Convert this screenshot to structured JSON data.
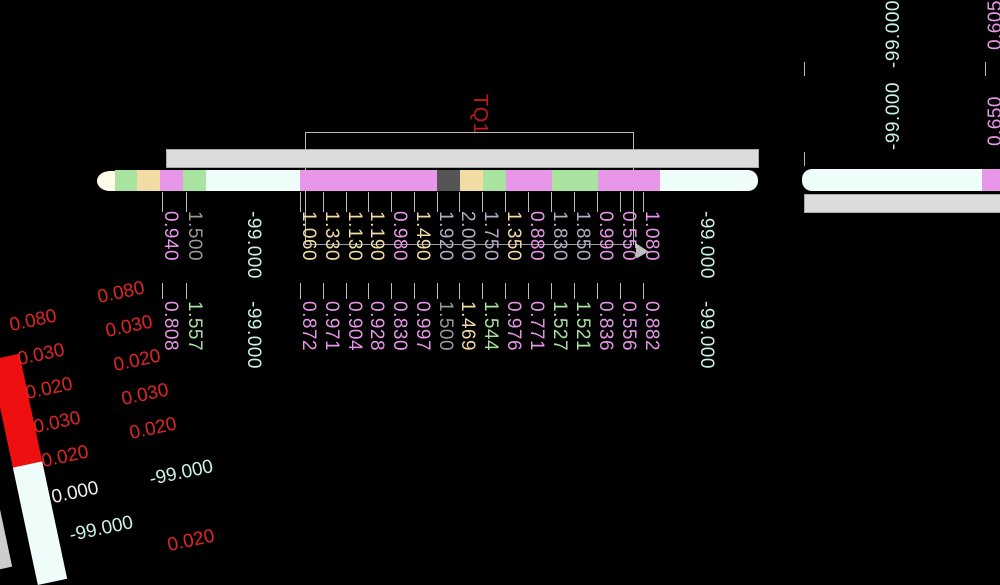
{
  "hole": {
    "name": "TQ1",
    "colors": {
      "pink": "#e896e8",
      "green": "#a8e4a0",
      "yellow": "#f2dca4",
      "dark": "#555555",
      "white": "#eefcfa",
      "grayhi": "#999999",
      "lav": "#b4acc4",
      "cyan": "#c8f2ea",
      "red": "#e02020"
    },
    "segments": [
      {
        "c": "green",
        "w": 22
      },
      {
        "c": "yellow",
        "w": 23
      },
      {
        "c": "pink",
        "w": 23
      },
      {
        "c": "green",
        "w": 23
      },
      {
        "c": "white",
        "w": 94
      },
      {
        "c": "pink",
        "w": 23
      },
      {
        "c": "pink",
        "w": 23
      },
      {
        "c": "pink",
        "w": 23
      },
      {
        "c": "pink",
        "w": 23
      },
      {
        "c": "pink",
        "w": 23
      },
      {
        "c": "pink",
        "w": 22
      },
      {
        "c": "dark",
        "w": 23
      },
      {
        "c": "yellow",
        "w": 23
      },
      {
        "c": "green",
        "w": 23
      },
      {
        "c": "pink",
        "w": 23
      },
      {
        "c": "pink",
        "w": 23
      },
      {
        "c": "green",
        "w": 23
      },
      {
        "c": "green",
        "w": 23
      },
      {
        "c": "pink",
        "w": 23
      },
      {
        "c": "pink",
        "w": 20
      },
      {
        "c": "pink",
        "w": 19
      },
      {
        "c": "white",
        "w": 98
      }
    ],
    "upper_values": [
      {
        "v": "0.940",
        "c": "pink"
      },
      {
        "v": "1.500",
        "c": "grayhi"
      },
      {
        "v": "-99.000",
        "c": "cyan"
      },
      {
        "v": "1.060",
        "c": "yellow"
      },
      {
        "v": "1.330",
        "c": "yellow"
      },
      {
        "v": "1.130",
        "c": "yellow"
      },
      {
        "v": "1.190",
        "c": "yellow"
      },
      {
        "v": "0.980",
        "c": "pink"
      },
      {
        "v": "1.490",
        "c": "yellow"
      },
      {
        "v": "1.920",
        "c": "lav"
      },
      {
        "v": "2.000",
        "c": "lav"
      },
      {
        "v": "1.750",
        "c": "lav"
      },
      {
        "v": "1.350",
        "c": "yellow"
      },
      {
        "v": "0.880",
        "c": "pink"
      },
      {
        "v": "1.830",
        "c": "lav"
      },
      {
        "v": "1.850",
        "c": "lav"
      },
      {
        "v": "0.990",
        "c": "pink"
      },
      {
        "v": "0.550",
        "c": "pink"
      },
      {
        "v": "1.080",
        "c": "pink"
      },
      {
        "v": "-99.000",
        "c": "cyan"
      }
    ],
    "lower_values": [
      {
        "v": "0.808",
        "c": "pink"
      },
      {
        "v": "1.557",
        "c": "green"
      },
      {
        "v": "-99.000",
        "c": "cyan"
      },
      {
        "v": "0.872",
        "c": "pink"
      },
      {
        "v": "0.971",
        "c": "pink"
      },
      {
        "v": "0.904",
        "c": "pink"
      },
      {
        "v": "0.928",
        "c": "pink"
      },
      {
        "v": "0.830",
        "c": "pink"
      },
      {
        "v": "0.997",
        "c": "pink"
      },
      {
        "v": "1.500",
        "c": "grayhi"
      },
      {
        "v": "1.469",
        "c": "yellow"
      },
      {
        "v": "1.544",
        "c": "green"
      },
      {
        "v": "0.976",
        "c": "pink"
      },
      {
        "v": "0.771",
        "c": "pink"
      },
      {
        "v": "1.527",
        "c": "green"
      },
      {
        "v": "1.521",
        "c": "green"
      },
      {
        "v": "0.836",
        "c": "pink"
      },
      {
        "v": "0.556",
        "c": "pink"
      },
      {
        "v": "0.882",
        "c": "pink"
      },
      {
        "v": "-99.000",
        "c": "cyan"
      }
    ]
  },
  "right_hole": {
    "labels": [
      {
        "v": "-99.000",
        "c": "cyan"
      },
      {
        "v": "-99.000",
        "c": "cyan"
      },
      {
        "v": "0.605",
        "c": "pink"
      },
      {
        "v": "0.650",
        "c": "pink"
      }
    ]
  },
  "left_hole": {
    "col1": [
      "0.080",
      "0.030",
      "0.020",
      "0.030",
      "0.020"
    ],
    "col2": [
      "0.080",
      "0.030",
      "0.020",
      "0.030",
      "0.020"
    ],
    "zero": "0.000",
    "null1": "-99.000",
    "null2": "-99.000",
    "bottom": "0.020"
  }
}
